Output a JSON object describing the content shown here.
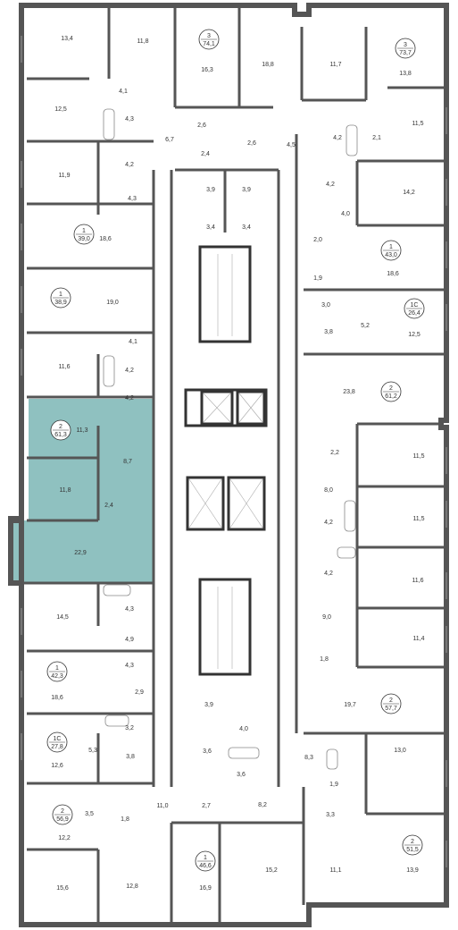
{
  "colors": {
    "wall": "#555555",
    "highlight": "#8fc1c0",
    "thin": "#9a9a9a",
    "circle_stroke": "#333333"
  },
  "areas": [
    "13,4",
    "11,8",
    "16,3",
    "18,8",
    "11,7",
    "13,8",
    "12,5",
    "4,1",
    "4,3",
    "6,7",
    "2,6",
    "2,6",
    "4,5",
    "4,2",
    "2,1",
    "11,5",
    "11,9",
    "4,2",
    "2,4",
    "3,9",
    "3,9",
    "4,3",
    "4,2",
    "14,2",
    "3,4",
    "3,4",
    "4,0",
    "18,6",
    "2,0",
    "18,6",
    "1,9",
    "19,0",
    "3,0",
    "5,2",
    "3,8",
    "12,5",
    "4,1",
    "11,6",
    "4,2",
    "23,8",
    "11,3",
    "4,2",
    "11,5",
    "2,2",
    "8,7",
    "8,0",
    "11,8",
    "2,4",
    "4,2",
    "11,5",
    "22,9",
    "4,2",
    "11,6",
    "4,3",
    "14,5",
    "9,0",
    "4,9",
    "11,4",
    "1,8",
    "4,3",
    "2,9",
    "18,6",
    "3,9",
    "19,7",
    "4,0",
    "3,2",
    "8,3",
    "12,6",
    "5,3",
    "3,8",
    "3,6",
    "3,6",
    "13,0",
    "1,9",
    "3,3",
    "3,5",
    "1,8",
    "11,0",
    "2,7",
    "8,2",
    "12,2",
    "11,1",
    "15,6",
    "12,8",
    "16,9",
    "15,2",
    "13,9"
  ],
  "units": [
    {
      "rooms": "3",
      "total": "74,1"
    },
    {
      "rooms": "3",
      "total": "73,7"
    },
    {
      "rooms": "1",
      "total": "39,0"
    },
    {
      "rooms": "1",
      "total": "43,0"
    },
    {
      "rooms": "1",
      "total": "38,9"
    },
    {
      "rooms": "1С",
      "total": "26,4"
    },
    {
      "rooms": "2",
      "total": "61,2"
    },
    {
      "rooms": "2",
      "total": "61,3"
    },
    {
      "rooms": "1",
      "total": "42,3"
    },
    {
      "rooms": "2",
      "total": "57,7"
    },
    {
      "rooms": "1С",
      "total": "27,8"
    },
    {
      "rooms": "2",
      "total": "56,9"
    },
    {
      "rooms": "2",
      "total": "51,5"
    },
    {
      "rooms": "1",
      "total": "46,6"
    }
  ]
}
